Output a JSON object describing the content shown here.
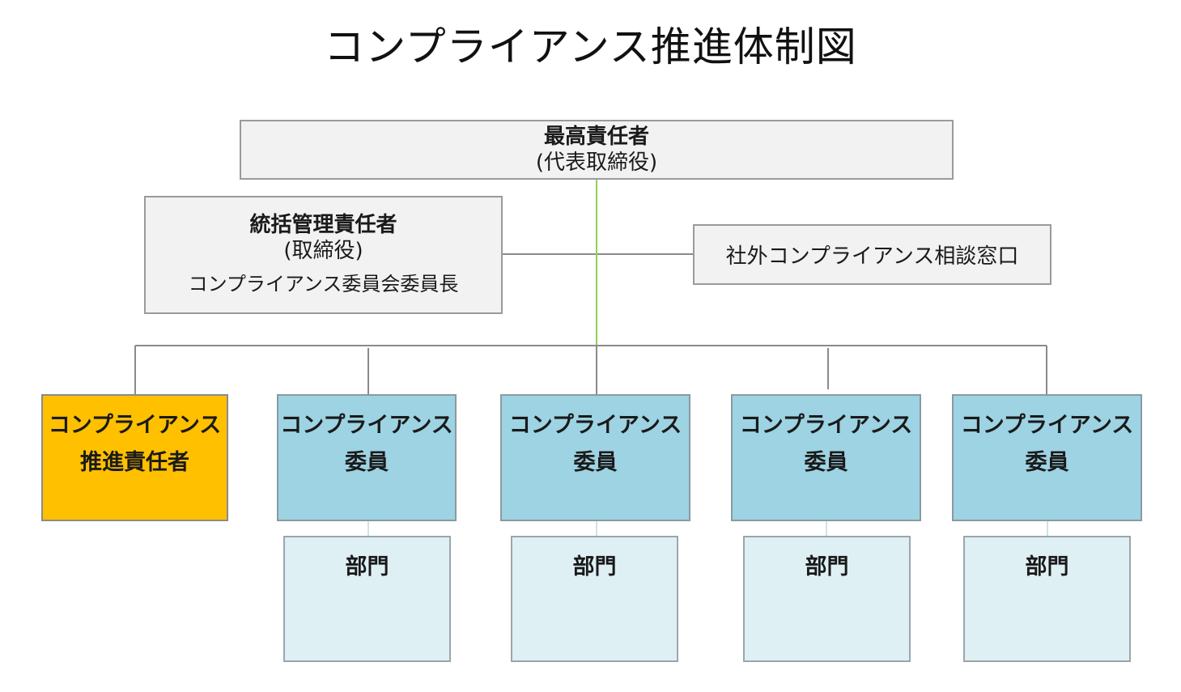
{
  "title": "コンプライアンス推進体制図",
  "top_box": {
    "name": "最高責任者",
    "role": "(代表取締役)"
  },
  "general_box": {
    "name": "統括管理責任者",
    "role": "(取締役)",
    "position": "コンプライアンス委員会委員長"
  },
  "external_box": {
    "label": "社外コンプライアンス相談窓口"
  },
  "promoter": {
    "line1": "コンプライアンス",
    "line2": "推進責任者"
  },
  "committees": [
    {
      "line1": "コンプライアンス",
      "line2": "委員",
      "dept": "部門"
    },
    {
      "line1": "コンプライアンス",
      "line2": "委員",
      "dept": "部門"
    },
    {
      "line1": "コンプライアンス",
      "line2": "委員",
      "dept": "部門"
    },
    {
      "line1": "コンプライアンス",
      "line2": "委員",
      "dept": "部門"
    }
  ],
  "colors": {
    "promoter_fill": "#ffc000",
    "committee_fill": "#9dd3e3",
    "dept_fill": "#dff0f5",
    "main_connector": "#92d050"
  }
}
